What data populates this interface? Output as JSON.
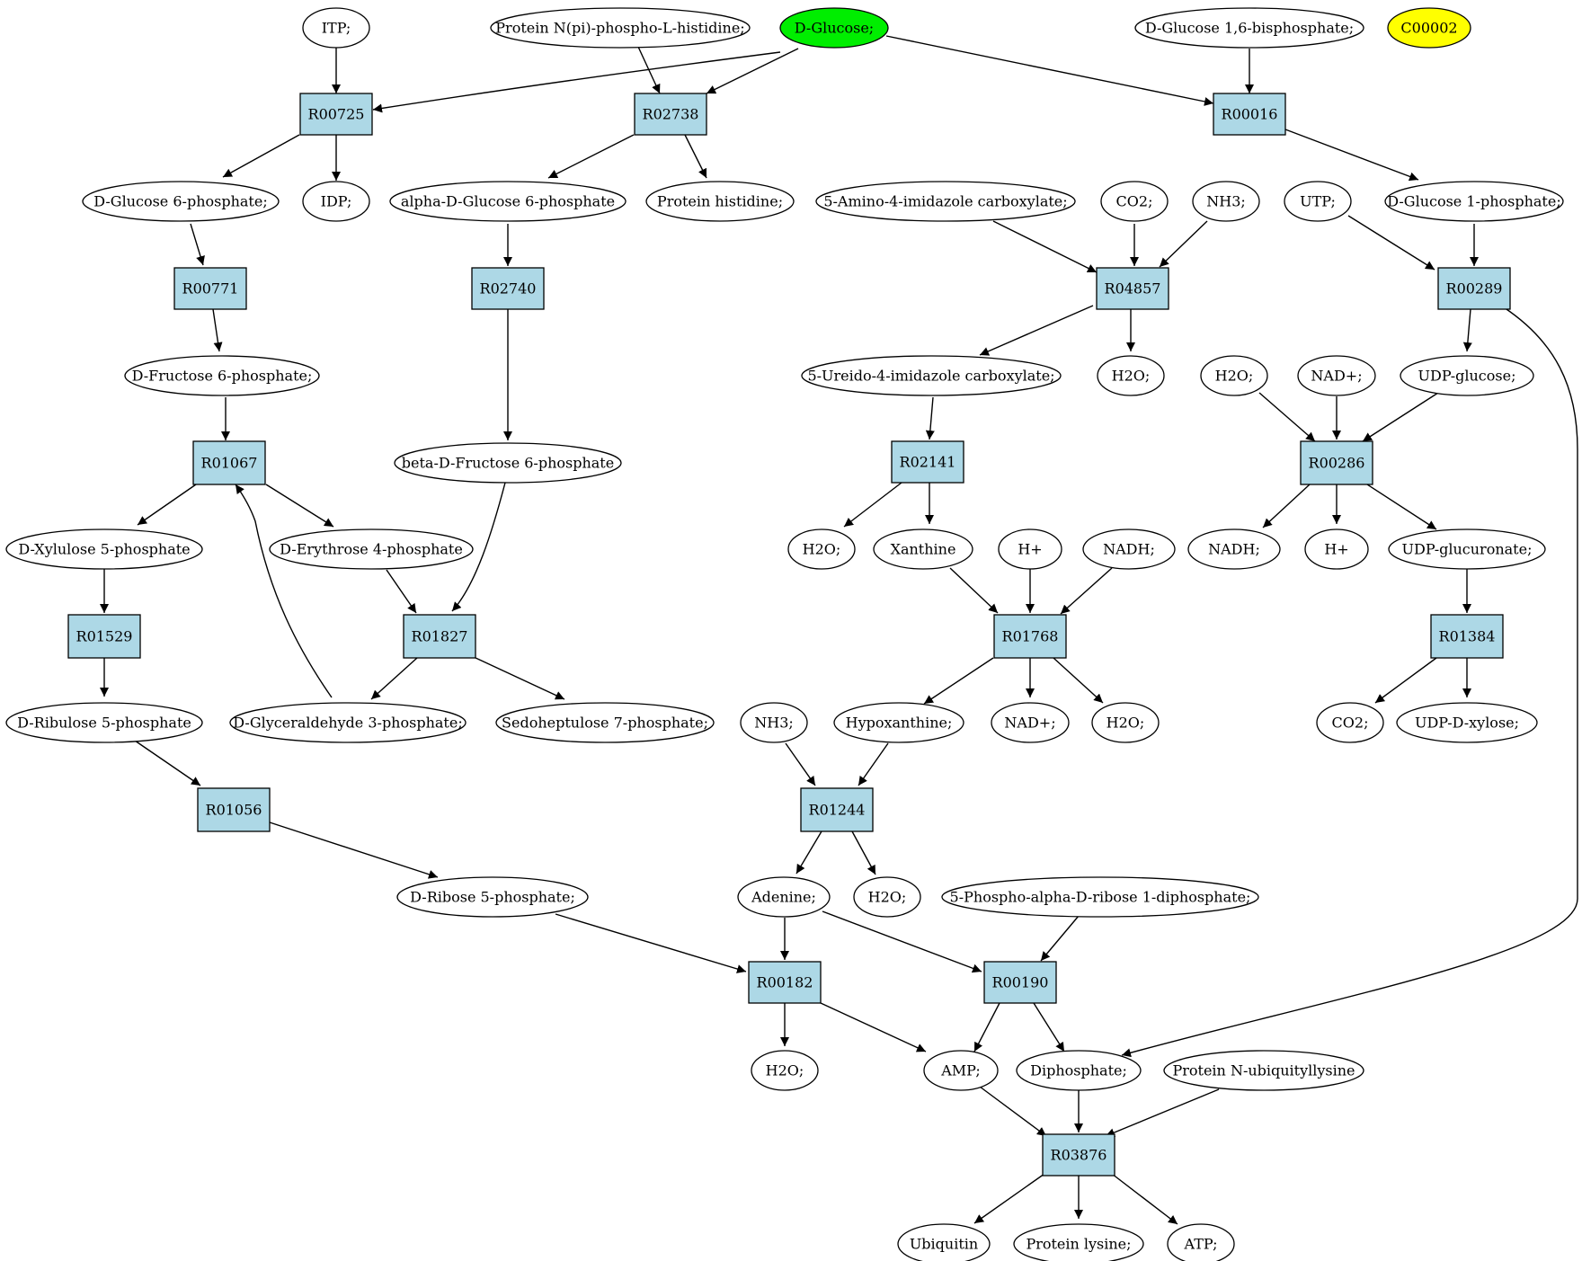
{
  "colors": {
    "reaction_fill": "#add8e6",
    "compound_fill": "#ffffff",
    "source_fill": "#00ee00",
    "highlight_fill": "#ffff00",
    "stroke": "#000000"
  },
  "nodes": {
    "itp": "ITP;",
    "protein_npi_his": "Protein N(pi)-phospho-L-histidine;",
    "d_glucose": "D-Glucose;",
    "d_glc_16bp": "D-Glucose 1,6-bisphosphate;",
    "c00002": "C00002",
    "r00725": "R00725",
    "r02738": "R02738",
    "r00016": "R00016",
    "d_glc6p": "D-Glucose 6-phosphate;",
    "idp": "IDP;",
    "a_d_glc6p": "alpha-D-Glucose 6-phosphate",
    "protein_his": "Protein histidine;",
    "aica": "5-Amino-4-imidazole carboxylate;",
    "co2_a": "CO2;",
    "nh3_a": "NH3;",
    "utp": "UTP;",
    "d_glc1p": "D-Glucose 1-phosphate;",
    "r00771": "R00771",
    "r02740": "R02740",
    "r04857": "R04857",
    "r00289": "R00289",
    "d_fru6p": "D-Fructose 6-phosphate;",
    "ureido": "5-Ureido-4-imidazole carboxylate;",
    "h2o_a": "H2O;",
    "h2o_b": "H2O;",
    "nad_a": "NAD+;",
    "udp_glc": "UDP-glucose;",
    "r01067": "R01067",
    "b_d_fru6p": "beta-D-Fructose 6-phosphate",
    "r02141": "R02141",
    "r00286": "R00286",
    "d_xyl5p": "D-Xylulose 5-phosphate",
    "d_ery4p": "D-Erythrose 4-phosphate",
    "h2o_c": "H2O;",
    "xanthine": "Xanthine",
    "h_a": "H+",
    "nadh_a": "NADH;",
    "nadh_b": "NADH;",
    "h_b": "H+",
    "udp_glcA": "UDP-glucuronate;",
    "r01529": "R01529",
    "r01827": "R01827",
    "r01768": "R01768",
    "r01384": "R01384",
    "d_ribu5p": "D-Ribulose 5-phosphate",
    "d_gap": "D-Glyceraldehyde 3-phosphate;",
    "s7p": "Sedoheptulose 7-phosphate;",
    "nh3_b": "NH3;",
    "hypoxanthine": "Hypoxanthine;",
    "nad_b": "NAD+;",
    "h2o_d": "H2O;",
    "co2_b": "CO2;",
    "udp_xyl": "UDP-D-xylose;",
    "r01056": "R01056",
    "r01244": "R01244",
    "d_rib5p": "D-Ribose 5-phosphate;",
    "adenine": "Adenine;",
    "h2o_e": "H2O;",
    "prpp": "5-Phospho-alpha-D-ribose 1-diphosphate;",
    "r00182": "R00182",
    "r00190": "R00190",
    "h2o_f": "H2O;",
    "amp": "AMP;",
    "diphosphate": "Diphosphate;",
    "prot_ublys": "Protein N-ubiquityllysine",
    "r03876": "R03876",
    "ubiquitin": "Ubiquitin",
    "prot_lys": "Protein lysine;",
    "atp": "ATP;"
  }
}
